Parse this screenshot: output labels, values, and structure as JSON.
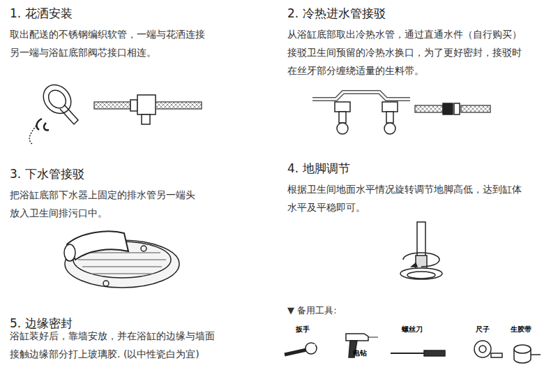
{
  "diagram": {
    "labels": [
      "1. 花洒安装",
      "取出配送的不锈钢编织软管，一端与花洒连接 另一端与浴缸底部阀芯接口相连。",
      "2. 冷热进水管接驳",
      "从浴缸底部取出冷热水管，通过直通水件（自行购买） 接驳卫生间预留的冷热水换口，为了更好密封，接驳时 在丝牙部分缠绕适量的生料带。",
      "3. 下水管接驳",
      "把浴缸底部下水器上固定的排水管另一端头 放入卫生间排污口中。",
      "4. 地脚调节",
      "根据卫生间地面水平情况旋转调节地脚高低，达到缸体 水平及平稳即可。",
      "5. 边缘密封",
      "浴缸装好后，靠墙安放，并在浴缸的边缘与墙面 接触边缘部分打上玻璃胶. (以中性瓷白为宜)",
      "▼ 备用工具:",
      "扳手",
      "电钻",
      "螺丝刀",
      "尺子",
      "生胶带"
    ]
  }
}
